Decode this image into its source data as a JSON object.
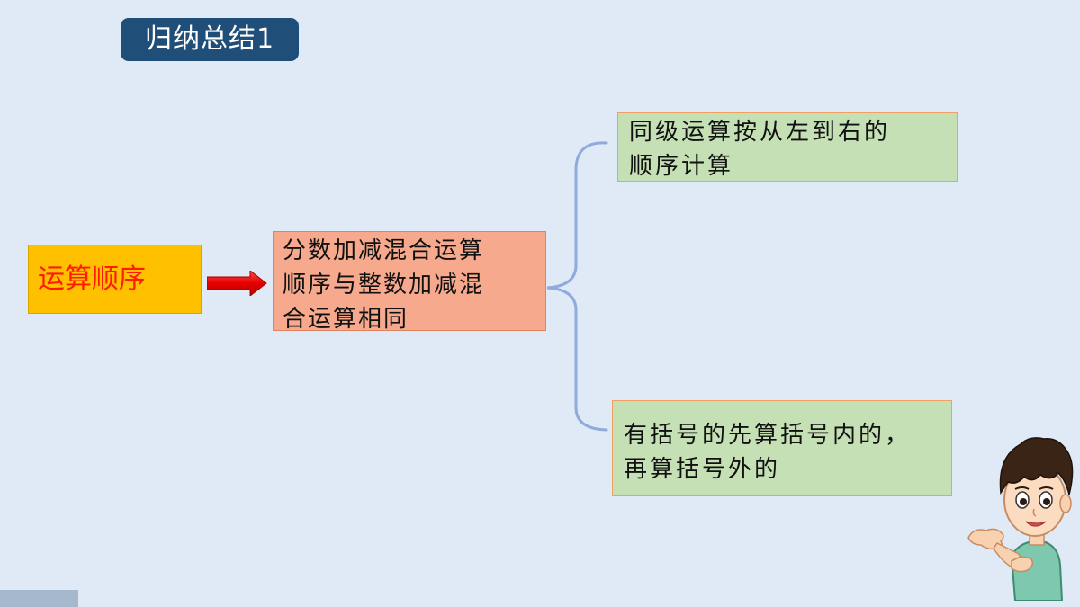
{
  "header": {
    "title": "归纳总结1"
  },
  "mindmap": {
    "root": "运算顺序",
    "middle": [
      "分数加减混合运算",
      "顺序与整数加减混",
      "合运算相同"
    ],
    "branch_top": [
      "同级运算按从左到右的",
      "顺序计算"
    ],
    "branch_bottom": [
      "有括号的先算括号内的，",
      "再算括号外的"
    ]
  },
  "colors": {
    "background": "#dfeaf6",
    "title_badge": "#1f4e79",
    "root_fill": "#ffc000",
    "root_text": "#ff1a00",
    "middle_fill": "#f7a98d",
    "branch_fill": "#c5e0b4",
    "connector": "#8faadc",
    "arrow": "#ee1111"
  },
  "icons": {
    "arrow": "right-arrow-icon",
    "character": "boy-illustration"
  }
}
